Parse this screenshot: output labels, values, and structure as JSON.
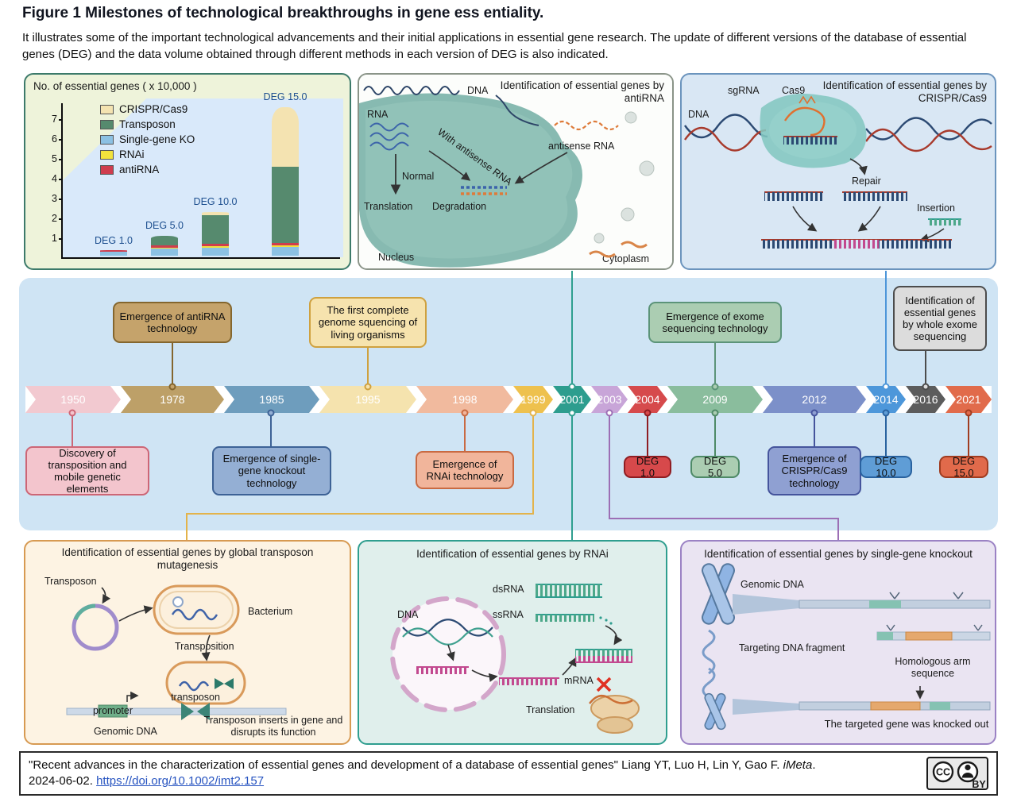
{
  "figure": {
    "title": "Figure 1 Milestones of technological breakthroughs in gene ess entiality.",
    "caption": "It illustrates some of the important technological advancements and their initial applications in essential gene research. The update of different versions of the database of essential genes (DEG) and the data volume obtained through different methods in each version of DEG is also indicated."
  },
  "chart_data": {
    "type": "bar",
    "title": "No. of essential genes ( x 10,000 )",
    "categories": [
      "DEG 1.0",
      "DEG 5.0",
      "DEG 10.0",
      "DEG 15.0"
    ],
    "series": [
      {
        "name": "Single-gene KO",
        "color": "#8cc1e3",
        "values": [
          0.22,
          0.35,
          0.4,
          0.45
        ]
      },
      {
        "name": "RNAi",
        "color": "#f2e23c",
        "values": [
          0,
          0.06,
          0.07,
          0.08
        ]
      },
      {
        "name": "antiRNA",
        "color": "#cf3d4e",
        "values": [
          0.02,
          0.1,
          0.12,
          0.12
        ]
      },
      {
        "name": "Transposon",
        "color": "#568a6e",
        "values": [
          0,
          0.5,
          1.45,
          3.85
        ]
      },
      {
        "name": "CRISPR/Cas9",
        "color": "#f4e3b1",
        "values": [
          0,
          0,
          0.16,
          3.0
        ]
      }
    ],
    "stack_order": "series listed bottom-to-top",
    "legend_position": "top-center-inside",
    "grid": false,
    "xlabel": "",
    "ylabel": "",
    "ylim": [
      0,
      7.5
    ],
    "yticks": [
      1,
      2,
      3,
      4,
      5,
      6,
      7
    ]
  },
  "panels": {
    "antirna": {
      "title": "Identification of essential genes by antiRNA",
      "labels": {
        "dna": "DNA",
        "rna": "RNA",
        "with_antisense": "With antisense RNA",
        "normal": "Normal",
        "translation": "Translation",
        "degradation": "Degradation",
        "antisense_rna": "antisense RNA",
        "nucleus": "Nucleus",
        "cytoplasm": "Cytoplasm"
      }
    },
    "crispr": {
      "title": "Identification of essential genes by CRISPR/Cas9",
      "labels": {
        "sgrna": "sgRNA",
        "cas9": "Cas9",
        "dna": "DNA",
        "repair": "Repair",
        "insertion": "Insertion"
      }
    },
    "transposon": {
      "title": "Identification of essential genes by global transposon mutagenesis",
      "labels": {
        "transposon": "Transposon",
        "bacterium": "Bacterium",
        "transposition": "Transposition",
        "genomic_dna": "Genomic DNA",
        "promoter": "promoter",
        "transposon_small": "transposon",
        "caption": "Transposon inserts in gene and disrupts its function"
      }
    },
    "rnai": {
      "title": "Identification of essential genes by RNAi",
      "labels": {
        "dna": "DNA",
        "dsrna": "dsRNA",
        "ssrna": "ssRNA",
        "mrna": "mRNA",
        "translation": "Translation"
      }
    },
    "knockout": {
      "title": "Identification of essential genes by single-gene knockout",
      "labels": {
        "genomic_dna": "Genomic DNA",
        "targeting": "Targeting DNA fragment",
        "homologous": "Homologous arm sequence",
        "result": "The targeted gene was knocked out"
      }
    }
  },
  "timeline": {
    "years": [
      {
        "label": "1950",
        "color": "#f2c9d0"
      },
      {
        "label": "1978",
        "color": "#bda068"
      },
      {
        "label": "1985",
        "color": "#6e9dbd"
      },
      {
        "label": "1995",
        "color": "#f5e3ae"
      },
      {
        "label": "1998",
        "color": "#f1ba9e"
      },
      {
        "label": "1999",
        "color": "#eec14e"
      },
      {
        "label": "2001",
        "color": "#2d9d8e"
      },
      {
        "label": "2003",
        "color": "#c8a5d8"
      },
      {
        "label": "2004",
        "color": "#d64a4c"
      },
      {
        "label": "2009",
        "color": "#8abd9d"
      },
      {
        "label": "2012",
        "color": "#7c90c9"
      },
      {
        "label": "2014",
        "color": "#4d97da"
      },
      {
        "label": "2016",
        "color": "#5c5c5c"
      },
      {
        "label": "2021",
        "color": "#e16b4b"
      }
    ],
    "above": [
      {
        "text": "Emergence of antiRNA technology",
        "fill": "#c5a36b",
        "border": "#84662e"
      },
      {
        "text": "The first complete genome squencing of living organisms",
        "fill": "#f6e3ae",
        "border": "#cfa13f"
      },
      {
        "text": "Emergence of exome sequencing technology",
        "fill": "#abcdb2",
        "border": "#5c9479"
      },
      {
        "text": "Identification of essential genes by whole exome sequencing",
        "fill": "#dcdcdc",
        "border": "#4c4c4c"
      }
    ],
    "below": [
      {
        "text": "Discovery of transposition and mobile genetic elements",
        "fill": "#f3c5cd",
        "border": "#cd6676"
      },
      {
        "text": "Emergence of single-gene knockout technology",
        "fill": "#94afd4",
        "border": "#3d6296"
      },
      {
        "text": "Emergence of RNAi technology",
        "fill": "#f1b59b",
        "border": "#c96a42"
      },
      {
        "text": "DEG 1.0",
        "fill": "#d7494b",
        "border": "#8f1d22"
      },
      {
        "text": "DEG 5.0",
        "fill": "#abcdb2",
        "border": "#4e8a67"
      },
      {
        "text": "Emergence of CRISPR/Cas9 technology",
        "fill": "#8fa0d2",
        "border": "#45549c"
      },
      {
        "text": "DEG 10.0",
        "fill": "#5f9dd6",
        "border": "#29629f"
      },
      {
        "text": "DEG 15.0",
        "fill": "#e16a4b",
        "border": "#a03c20"
      }
    ],
    "connectors": {
      "y1999": "#e3b34b",
      "y2001": "#2f9e8f",
      "y2003": "#9c6fb5",
      "y2014": "#4d96d9"
    }
  },
  "footer": {
    "citation": "\"Recent advances in the characterization of essential genes and development of a database of essential genes\" Liang YT, Luo H, Lin Y, Gao F.",
    "journal": "iMeta",
    "period": ".",
    "date": "2024-06-02.",
    "doi": "https://doi.org/10.1002/imt2.157",
    "cc_letters": "CC",
    "cc_label": "BY"
  }
}
